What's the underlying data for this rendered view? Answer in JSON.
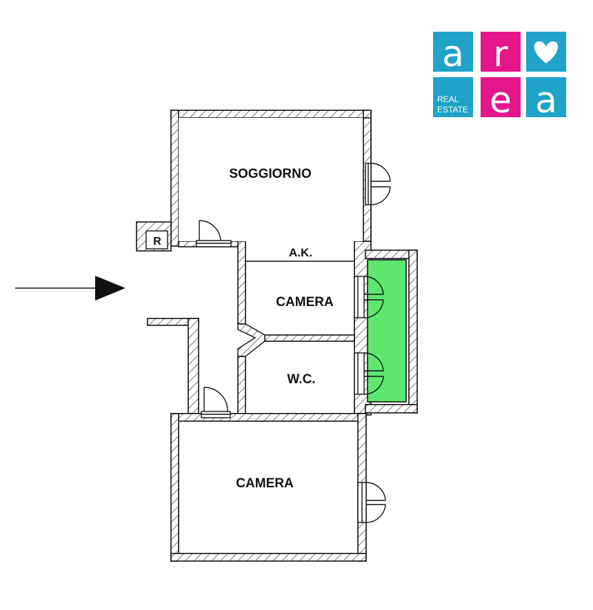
{
  "logo": {
    "letters": [
      "a",
      "r",
      "e",
      "a"
    ],
    "tagline_line1": "REAL",
    "tagline_line2": "ESTATE",
    "colors": {
      "cyan": "#1fa3c8",
      "magenta": "#e5158c"
    }
  },
  "rooms": {
    "soggiorno": "SOGGIORNO",
    "ak": "A.K.",
    "camera_middle": "CAMERA",
    "wc": "W.C.",
    "camera_bottom": "CAMERA",
    "r_box": "R"
  },
  "colors": {
    "wall": "#111111",
    "hatch": "#555555",
    "balcony": "#5ee66f"
  },
  "entrance_arrow": "arrow-right-icon"
}
